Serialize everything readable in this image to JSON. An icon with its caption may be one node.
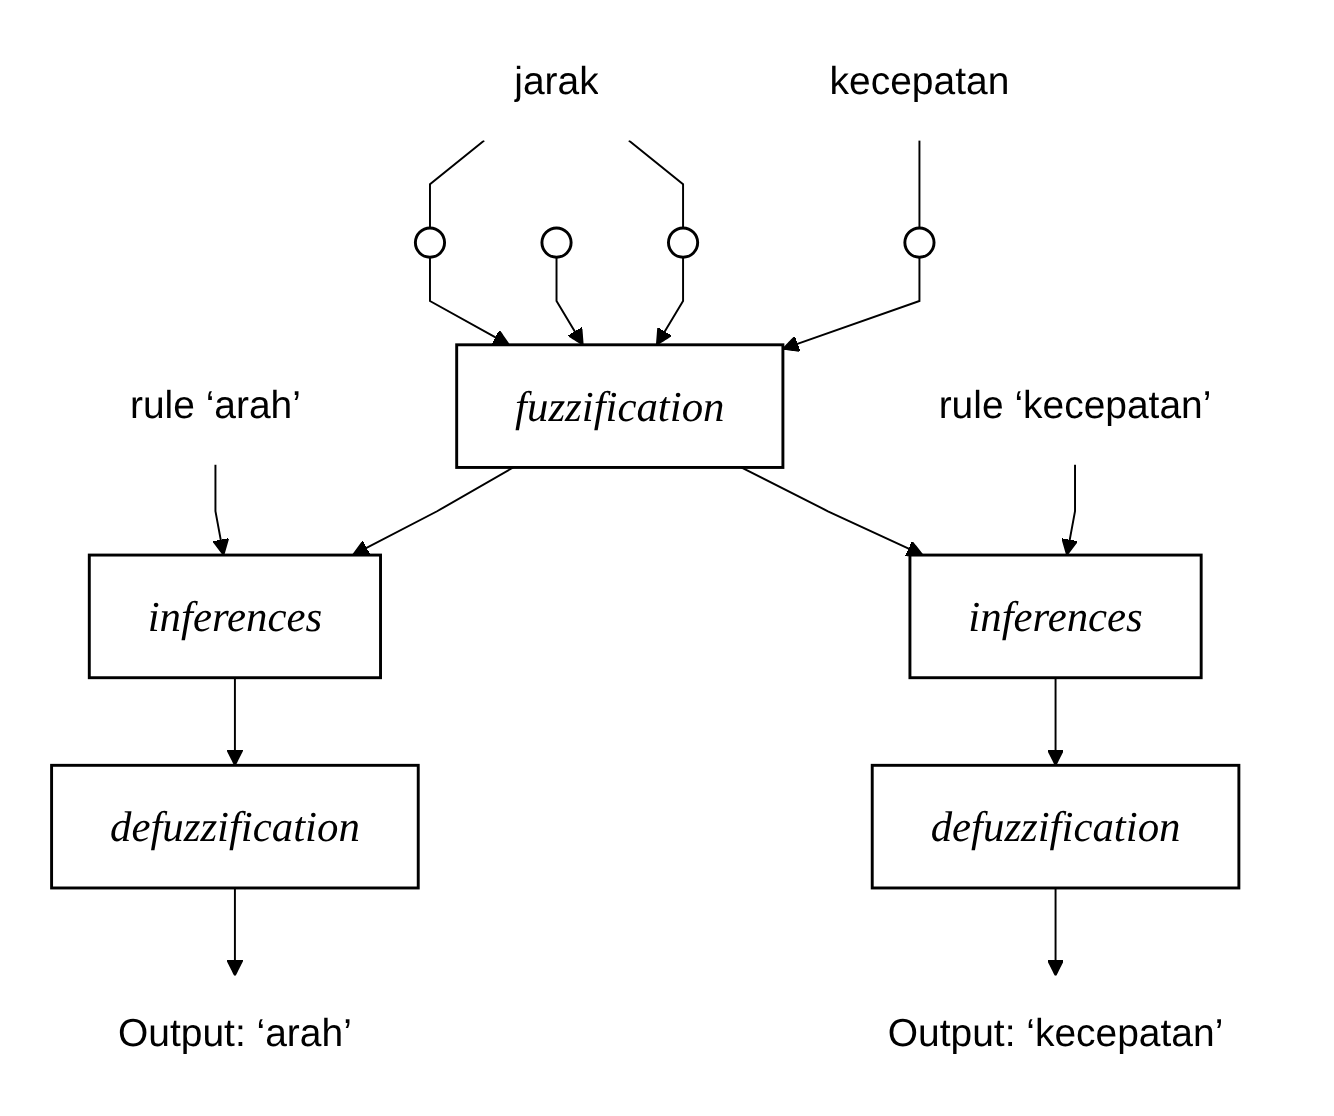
{
  "diagram": {
    "nodes": [
      {
        "text": [
          "jarak"
        ]
      },
      {
        "text": [
          "kecepatan"
        ]
      },
      {
        "text": [],
        "shape": "circle"
      },
      {
        "text": [],
        "shape": "circle"
      },
      {
        "text": [],
        "shape": "circle"
      },
      {
        "text": [],
        "shape": "circle"
      },
      {
        "text": [
          "fuzzification"
        ]
      },
      {
        "text": [
          "rule ‘arah’"
        ]
      },
      {
        "text": [
          "inferences"
        ]
      },
      {
        "text": [
          "rule ‘kecepatan’"
        ]
      },
      {
        "text": [
          "inferences"
        ]
      },
      {
        "text": [
          "defuzzification"
        ]
      },
      {
        "text": [
          "defuzzification"
        ]
      },
      {
        "text": [
          "Output: ‘arah’"
        ]
      },
      {
        "text": [
          "Output: ‘kecepatan’"
        ]
      }
    ],
    "edges": [
      {
        "from": 0,
        "to": 2,
        "arrow": "none"
      },
      {
        "from": 0,
        "to": 4,
        "arrow": "none"
      },
      {
        "from": 1,
        "to": 5,
        "arrow": "none"
      },
      {
        "from": 2,
        "to": 6,
        "arrow": "to"
      },
      {
        "from": 3,
        "to": 6,
        "arrow": "to"
      },
      {
        "from": 4,
        "to": 6,
        "arrow": "to"
      },
      {
        "from": 5,
        "to": 6,
        "arrow": "to"
      },
      {
        "from": 6,
        "to": 8,
        "arrow": "to"
      },
      {
        "from": 6,
        "to": 10,
        "arrow": "to"
      },
      {
        "from": 7,
        "to": 8,
        "arrow": "to"
      },
      {
        "from": 9,
        "to": 10,
        "arrow": "to"
      },
      {
        "from": 8,
        "to": 11,
        "arrow": "to"
      },
      {
        "from": 10,
        "to": 12,
        "arrow": "to"
      },
      {
        "from": 11,
        "to": 13,
        "arrow": "to"
      },
      {
        "from": 12,
        "to": 14,
        "arrow": "to"
      }
    ]
  }
}
